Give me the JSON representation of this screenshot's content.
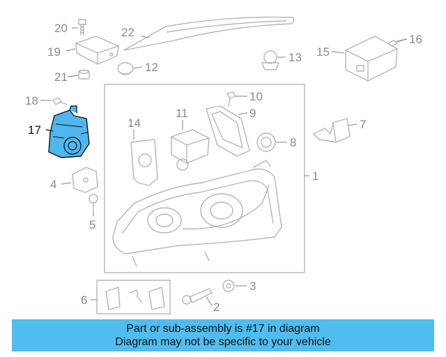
{
  "labels": {
    "p1": "1",
    "p2": "2",
    "p3": "3",
    "p4": "4",
    "p5": "5",
    "p6": "6",
    "p7": "7",
    "p8": "8",
    "p9": "9",
    "p10": "10",
    "p11": "11",
    "p12": "12",
    "p13": "13",
    "p14": "14",
    "p15": "15",
    "p16": "16",
    "p17": "17",
    "p18": "18",
    "p19": "19",
    "p20": "20",
    "p21": "21",
    "p22": "22"
  },
  "highlight": {
    "part": "17",
    "color": "#4fb6ee"
  },
  "banner": {
    "line1": "Part or sub-assembly is #17 in diagram",
    "line2": "Diagram may not be specific to your vehicle",
    "color": "#4fbdf0"
  }
}
